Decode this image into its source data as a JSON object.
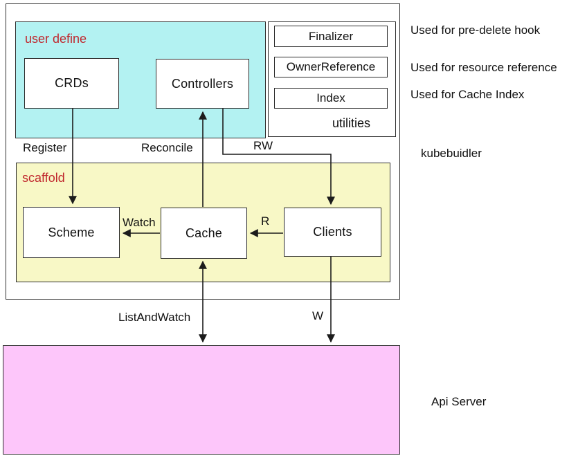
{
  "colors": {
    "user_define_bg": "#b3f2f2",
    "scaffold_bg": "#f8f8c6",
    "api_server_bg": "#fdc6fa",
    "group_label_text": "#c0272d",
    "line": "#1c1c1c"
  },
  "groups": {
    "user_define": {
      "label": "user define"
    },
    "scaffold": {
      "label": "scaffold"
    },
    "utilities": {
      "label": "utilities",
      "items": [
        {
          "label": "Finalizer"
        },
        {
          "label": "OwnerReference"
        },
        {
          "label": "Index"
        }
      ]
    }
  },
  "nodes": {
    "crds": {
      "label": "CRDs"
    },
    "controllers": {
      "label": "Controllers"
    },
    "scheme": {
      "label": "Scheme"
    },
    "cache": {
      "label": "Cache"
    },
    "clients": {
      "label": "Clients"
    }
  },
  "edges": {
    "register": {
      "label": "Register"
    },
    "reconcile": {
      "label": "Reconcile"
    },
    "rw": {
      "label": "RW"
    },
    "watch": {
      "label": "Watch"
    },
    "r": {
      "label": "R"
    },
    "list_and_watch": {
      "label": "ListAndWatch"
    },
    "w": {
      "label": "W"
    }
  },
  "annotations": {
    "finalizer_note": "Used for pre-delete hook",
    "owner_reference_note": "Used for resource reference",
    "index_note": "Used for Cache Index",
    "kubebuilder_caption": "kubebuidler",
    "api_server_caption": "Api Server"
  }
}
